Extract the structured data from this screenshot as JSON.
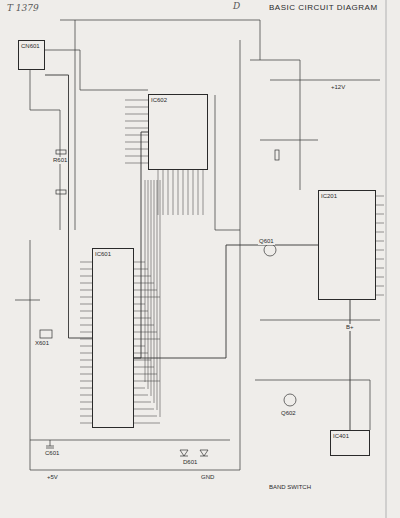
{
  "diagram": {
    "title": "BASIC CIRCUIT DIAGRAM",
    "nodes": [
      {
        "text": [
          "IC601"
        ]
      },
      {
        "text": [
          "IC602"
        ]
      },
      {
        "text": [
          "IC201"
        ]
      },
      {
        "text": [
          "CN601"
        ]
      },
      {
        "text": [
          "IC401"
        ]
      }
    ],
    "edges": [
      {
        "from": 3,
        "to": 0,
        "arrow": "none"
      },
      {
        "from": 0,
        "to": 1,
        "arrow": "none"
      },
      {
        "from": 0,
        "to": 2,
        "arrow": "none"
      },
      {
        "from": 2,
        "to": 4,
        "arrow": "none"
      }
    ],
    "labels": [
      "T 1379",
      "D",
      "BAND SWITCH",
      "X601",
      "Q601",
      "Q602",
      "R601",
      "C601",
      "D601",
      "+5V",
      "+12V",
      "GND",
      "B+"
    ]
  }
}
